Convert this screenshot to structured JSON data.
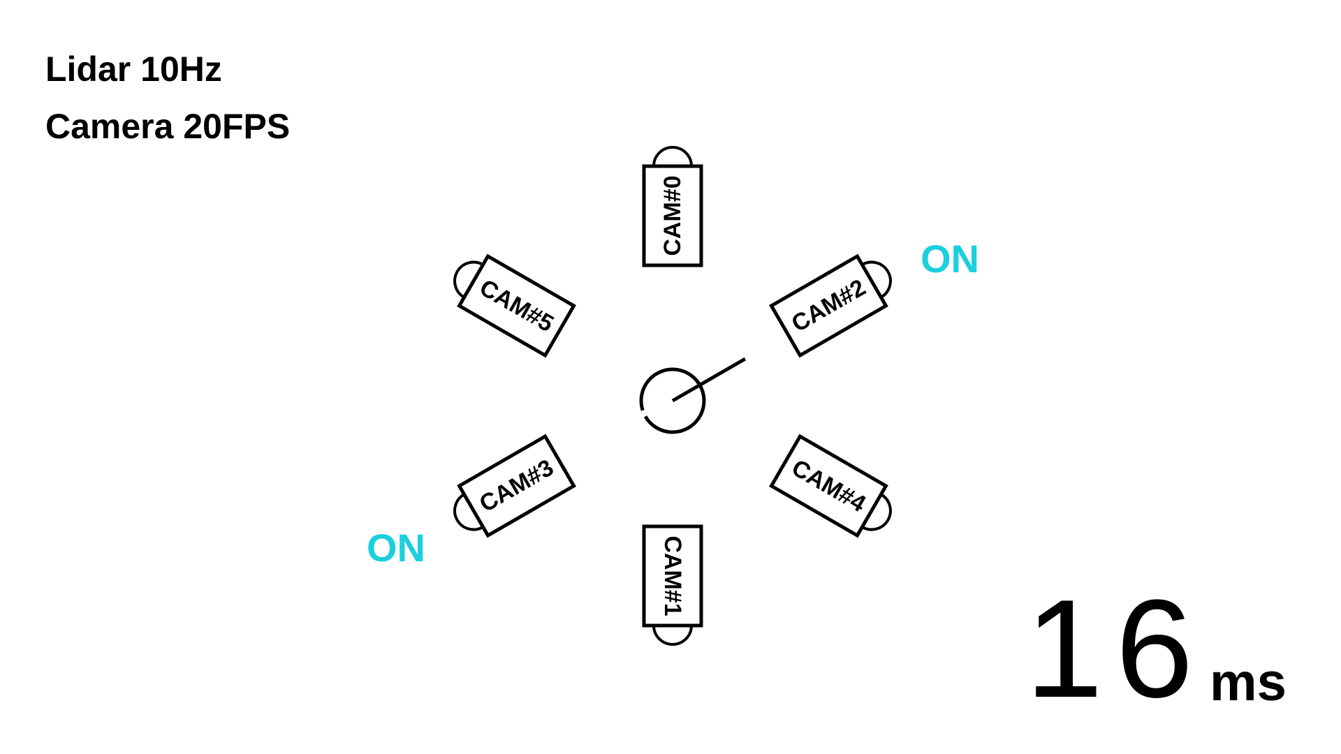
{
  "info": {
    "lidar": "Lidar 10Hz",
    "camera": "Camera 20FPS"
  },
  "status": {
    "on_label": "ON",
    "color": "#1ccfdd"
  },
  "cameras": [
    {
      "label": "CAM#0",
      "angle_deg": -90,
      "on": false
    },
    {
      "label": "CAM#1",
      "angle_deg": 90,
      "on": false
    },
    {
      "label": "CAM#2",
      "angle_deg": -30,
      "on": true
    },
    {
      "label": "CAM#3",
      "angle_deg": 150,
      "on": true
    },
    {
      "label": "CAM#4",
      "angle_deg": 30,
      "on": false
    },
    {
      "label": "CAM#5",
      "angle_deg": 210,
      "on": false
    }
  ],
  "lidar_sweep_angle_deg": -30,
  "latency": {
    "value": "16",
    "unit": "ms"
  }
}
